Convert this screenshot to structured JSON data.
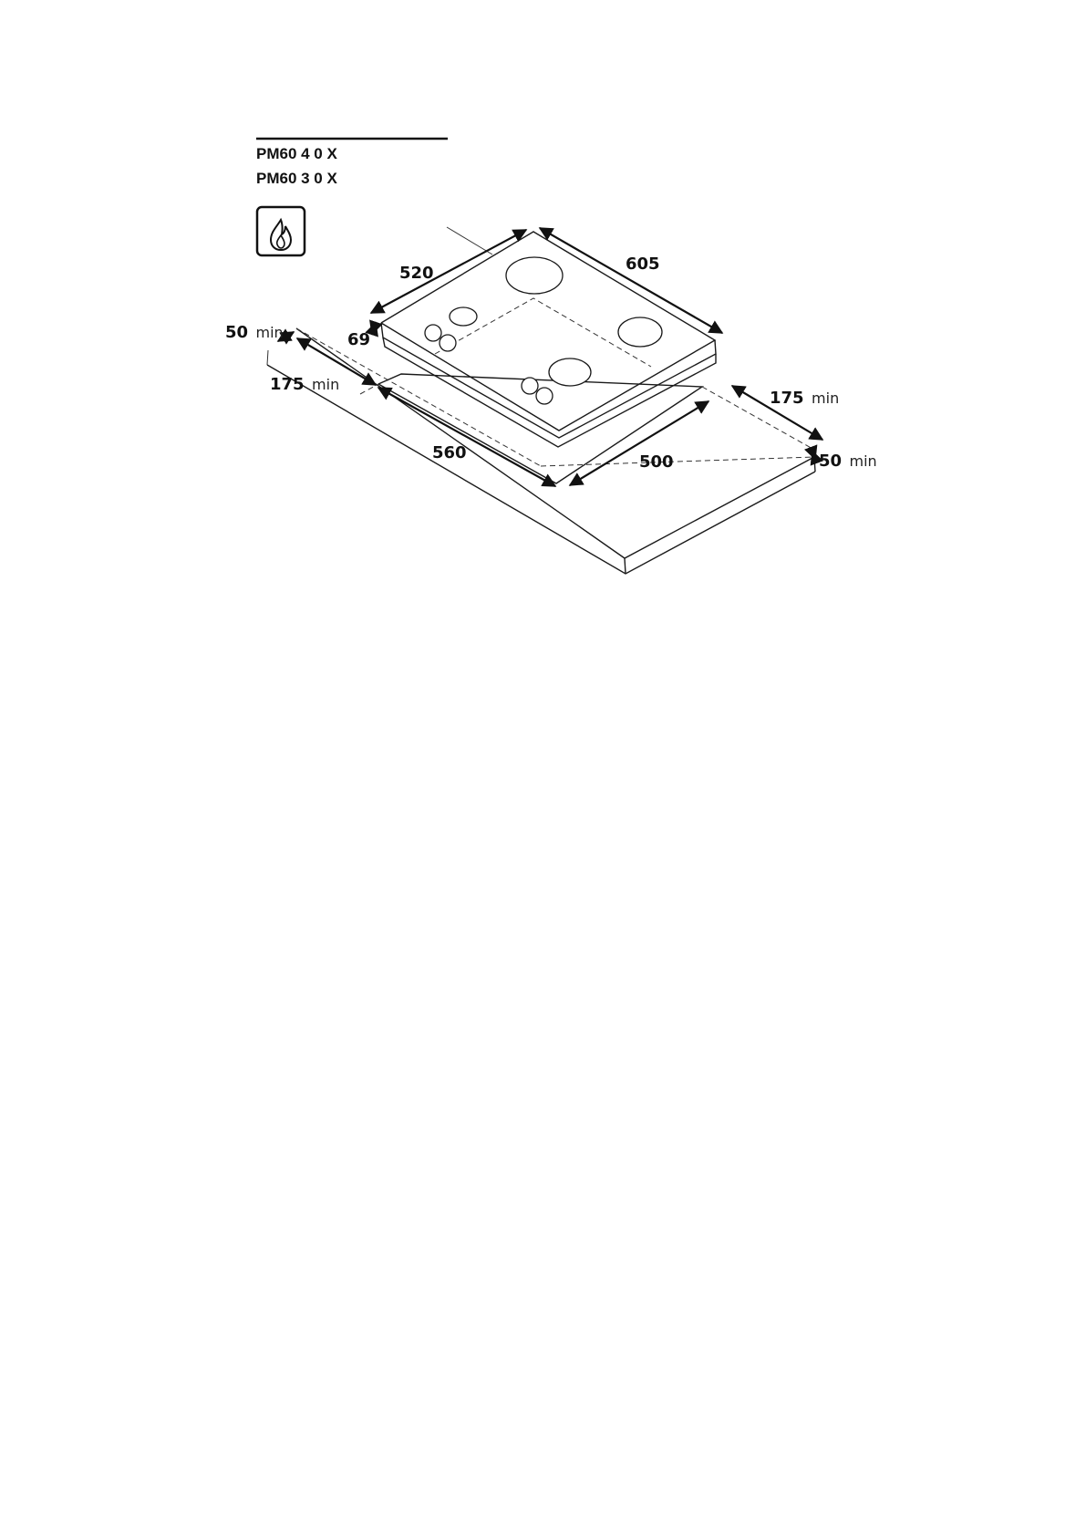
{
  "header": {
    "models": [
      "PM60 4 0 X",
      "PM60 3 0 X"
    ]
  },
  "gas_symbol": {
    "icon": "gas-flame-icon"
  },
  "dimensions": {
    "hob_depth": "520",
    "hob_width": "605",
    "hob_height": "69",
    "cutout_width": "560",
    "cutout_depth": "500",
    "clearance_left_back": "50",
    "clearance_left_side": "175",
    "clearance_right_side": "175",
    "clearance_front": "50",
    "min_label": "min"
  },
  "colors": {
    "line": "#1a1a1a",
    "background": "#ffffff"
  }
}
